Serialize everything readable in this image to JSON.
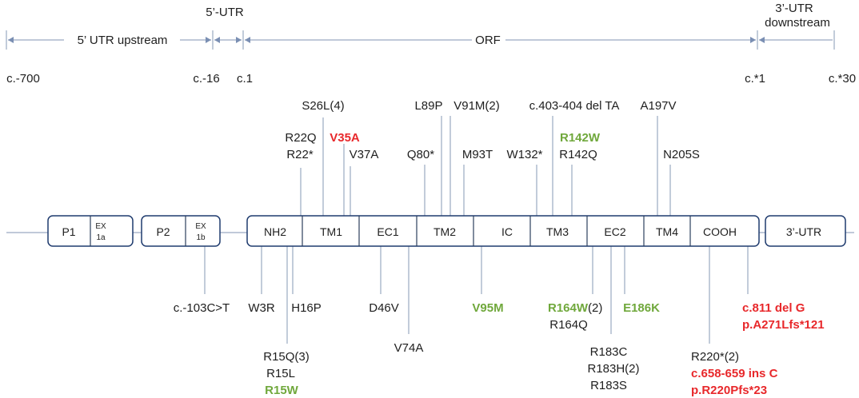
{
  "top_labels": {
    "utr5": "5’-UTR",
    "utr3_line1": "3’-UTR",
    "utr3_line2": "downstream"
  },
  "regions": {
    "upstream": "5’ UTR upstream",
    "orf": "ORF"
  },
  "positions": {
    "c700": "c.-700",
    "c16": "c.-16",
    "c1": "c.1",
    "cstar1": "c.*1",
    "cstar30": "c.*30"
  },
  "promoters": {
    "p1": "P1",
    "ex1a_line1": "EX",
    "ex1a_line2": "1a",
    "p2": "P2",
    "ex1b_line1": "EX",
    "ex1b_line2": "1b"
  },
  "domains": {
    "nh2": "NH2",
    "tm1": "TM1",
    "ec1": "EC1",
    "tm2": "TM2",
    "ic": "IC",
    "tm3": "TM3",
    "ec2": "EC2",
    "tm4": "TM4",
    "cooh": "COOH",
    "utr3": "3’-UTR"
  },
  "mutations_above": {
    "s26l": "S26L(4)",
    "r22q": "R22Q",
    "r22stop": "R22*",
    "v35a": "V35A",
    "v37a": "V37A",
    "q80stop": "Q80*",
    "l89p": "L89P",
    "v91m": "V91M(2)",
    "m93t": "M93T",
    "c403del": "c.403-404 del TA",
    "w132stop": "W132*",
    "r142w": "R142W",
    "r142q": "R142Q",
    "a197v": "A197V",
    "n205s": "N205S"
  },
  "mutations_below": {
    "c103": "c.-103C>T",
    "w3r": "W3R",
    "h16p": "H16P",
    "r15q": "R15Q(3)",
    "r15l": "R15L",
    "r15w": "R15W",
    "d46v": "D46V",
    "v74a": "V74A",
    "v95m": "V95M",
    "r164w": "R164W",
    "r164w_count": "(2)",
    "r164q": "R164Q",
    "e186k": "E186K",
    "r183c": "R183C",
    "r183h": "R183H(2)",
    "r183s": "R183S",
    "r220stop": "R220*(2)",
    "c658": "c.658-659 ins C",
    "p_r220": "p.R220Pfs*23",
    "c811": "c.811 del G",
    "p_a271": "p.A271Lfs*121"
  },
  "colors": {
    "red": "#e8282b",
    "green": "#70a83c",
    "box_stroke": "#1f3b6e",
    "line": "#9aa9c2"
  }
}
